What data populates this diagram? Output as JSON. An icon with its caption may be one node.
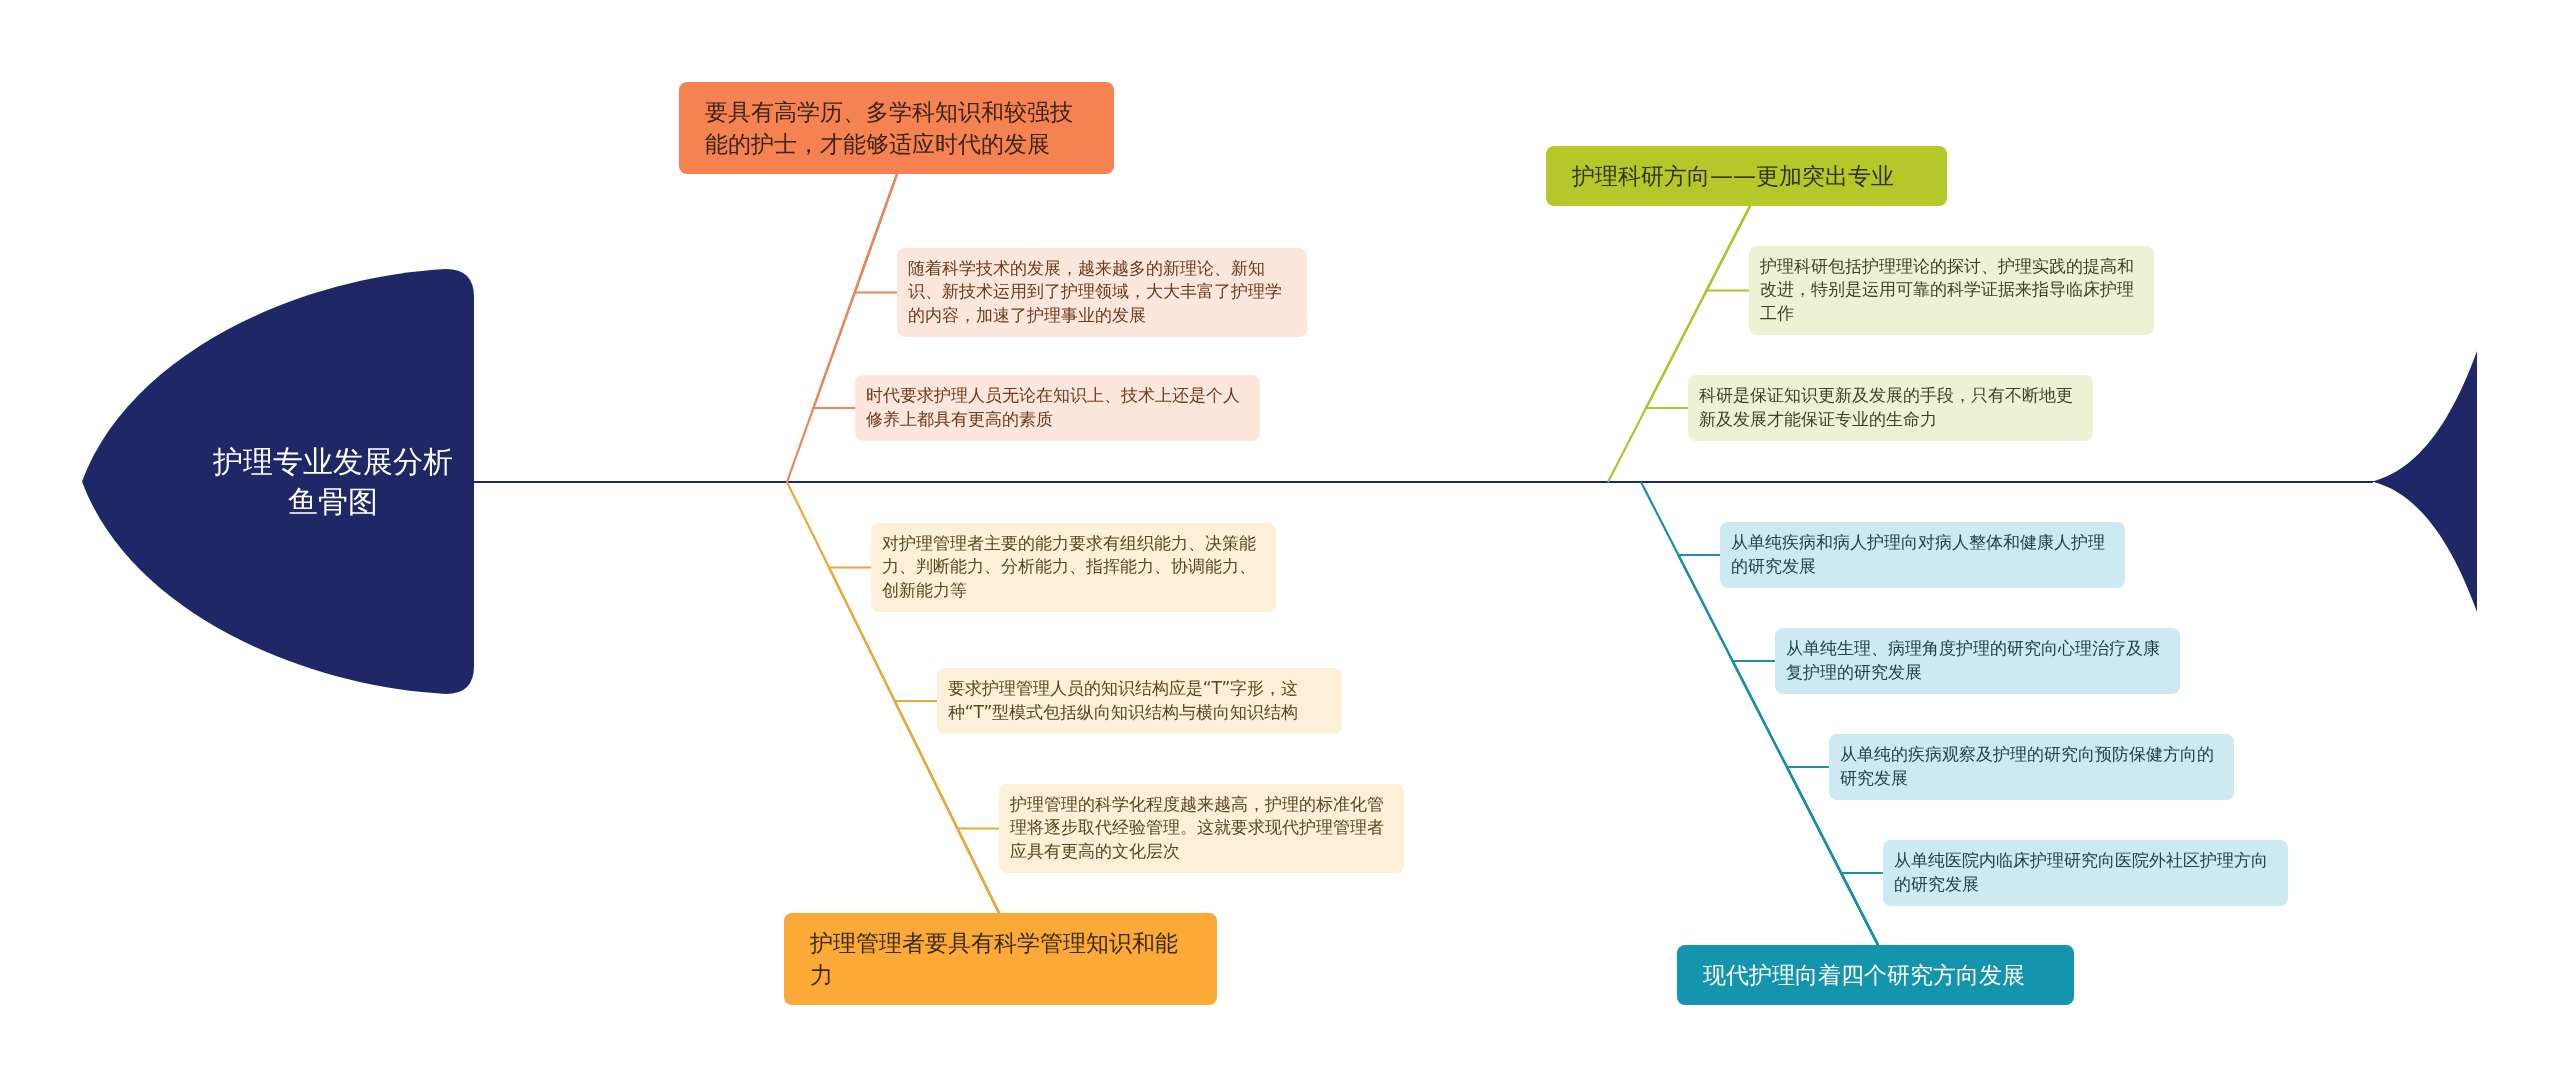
{
  "diagram": {
    "nodes": [
      {
        "text": [
          "护理专业发展分析鱼骨图"
        ]
      },
      {
        "text": [
          "要具有高学历、多学科知识和较强技能的护士，才能够适应时代的发展"
        ]
      },
      {
        "text": [
          "随着科学技术的发展，越来越多的新理论、新知识、新技术运用到了护理领域，大大丰富了护理学的内容，加速了护理事业的发展"
        ]
      },
      {
        "text": [
          "时代要求护理人员无论在知识上、技术上还是个人修养上都具有更高的素质"
        ]
      },
      {
        "text": [
          "护理管理者要具有科学管理知识和能力"
        ]
      },
      {
        "text": [
          "对护理管理者主要的能力要求有组织能力、决策能力、判断能力、分析能力、指挥能力、协调能力、创新能力等"
        ]
      },
      {
        "text": [
          "要求护理管理人员的知识结构应是“T”字形，这种“T”型模式包括纵向知识结构与横向知识结构"
        ]
      },
      {
        "text": [
          "护理管理的科学化程度越来越高，护理的标准化管理将逐步取代经验管理。这就要求现代护理管理者应具有更高的文化层次"
        ]
      },
      {
        "text": [
          "护理科研方向——更加突出专业"
        ]
      },
      {
        "text": [
          "护理科研包括护理理论的探讨、护理实践的提高和改进，特别是运用可靠的科学证据来指导临床护理工作"
        ]
      },
      {
        "text": [
          "科研是保证知识更新及发展的手段，只有不断地更新及发展才能保证专业的生命力"
        ]
      },
      {
        "text": [
          "现代护理向着四个研究方向发展"
        ]
      },
      {
        "text": [
          "从单纯疾病和病人护理向对病人整体和健康人护理的研究发展"
        ]
      },
      {
        "text": [
          "从单纯生理、病理角度护理的研究向心理治疗及康复护理的研究发展"
        ]
      },
      {
        "text": [
          "从单纯的疾病观察及护理的研究向预防保健方向的研究发展"
        ]
      },
      {
        "text": [
          "从单纯医院内临床护理研究向医院外社区护理方向的研究发展"
        ]
      },
      {
        "text": [],
        "shape": "tail"
      }
    ],
    "edges": [
      {
        "from": 0,
        "to": 16,
        "arrow": "none",
        "color": "#1f2766"
      },
      {
        "from": 1,
        "to": null,
        "arrow": "none",
        "color": "#e8865a"
      },
      {
        "from": 2,
        "to": 1,
        "arrow": "none",
        "color": "#e8865a"
      },
      {
        "from": 3,
        "to": 1,
        "arrow": "none",
        "color": "#e8865a"
      },
      {
        "from": 4,
        "to": null,
        "arrow": "none",
        "color": "#e8a93a"
      },
      {
        "from": 5,
        "to": 4,
        "arrow": "none",
        "color": "#e8a93a"
      },
      {
        "from": 6,
        "to": 4,
        "arrow": "none",
        "color": "#e8a93a"
      },
      {
        "from": 7,
        "to": 4,
        "arrow": "none",
        "color": "#e8a93a"
      },
      {
        "from": 8,
        "to": null,
        "arrow": "none",
        "color": "#a9c52f"
      },
      {
        "from": 9,
        "to": 8,
        "arrow": "none",
        "color": "#a9c52f"
      },
      {
        "from": 10,
        "to": 8,
        "arrow": "none",
        "color": "#a9c52f"
      },
      {
        "from": 11,
        "to": null,
        "arrow": "none",
        "color": "#1a8fa8"
      },
      {
        "from": 12,
        "to": 11,
        "arrow": "none",
        "color": "#1a8fa8"
      },
      {
        "from": 13,
        "to": 11,
        "arrow": "none",
        "color": "#1a8fa8"
      },
      {
        "from": 14,
        "to": 11,
        "arrow": "none",
        "color": "#1a8fa8"
      },
      {
        "from": 15,
        "to": 11,
        "arrow": "none",
        "color": "#1a8fa8"
      }
    ]
  }
}
